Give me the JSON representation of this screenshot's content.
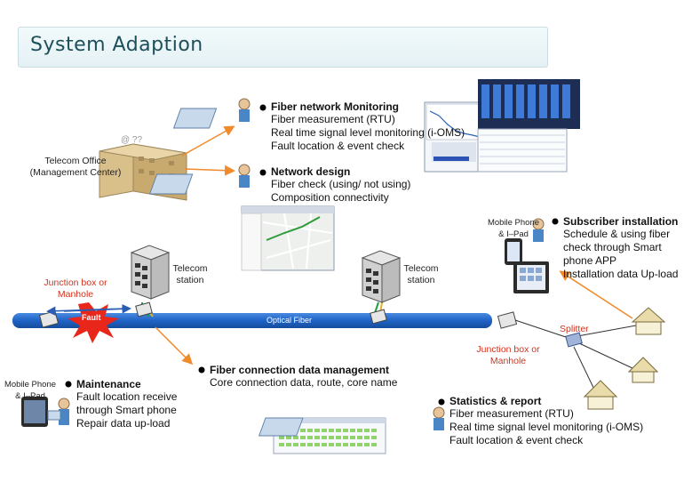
{
  "title": "System Adaption",
  "telecom_office": {
    "line1": "Telecom Office",
    "line2": "(Management Center)"
  },
  "fiber_monitoring": {
    "heading": "Fiber network Monitoring",
    "items": [
      "Fiber measurement (RTU)",
      "Real time signal level monitoring (i-OMS)",
      "Fault location & event check"
    ]
  },
  "network_design": {
    "heading": "Network design",
    "items": [
      "Fiber check (using/ not using)",
      "Composition connectivity"
    ]
  },
  "telecom_station_left": {
    "line1": "Telecom",
    "line2": "station"
  },
  "telecom_station_right": {
    "line1": "Telecom",
    "line2": "station"
  },
  "junction_left": {
    "line1": "Junction box or",
    "line2": "Manhole"
  },
  "junction_right": {
    "line1": "Junction box or",
    "line2": "Manhole"
  },
  "fault_label": "Fault",
  "optical_fiber_label": "Optical Fiber",
  "splitter_label": "Splitter",
  "mobile_left": {
    "line1": "Mobile Phone",
    "line2": "& I–Pad"
  },
  "mobile_right": {
    "line1": "Mobile Phone",
    "line2": "& I–Pad"
  },
  "maintenance": {
    "heading": "Maintenance",
    "items": [
      "Fault location receive",
      "through Smart phone",
      "Repair data up-load"
    ]
  },
  "fiber_connection": {
    "heading": "Fiber connection data management",
    "items": [
      "Core connection data, route, core name"
    ]
  },
  "subscriber": {
    "heading": "Subscriber installation",
    "items": [
      "Schedule & using fiber",
      "check through Smart",
      "phone APP",
      "Installation data Up-load"
    ]
  },
  "statistics": {
    "heading": "Statistics & report",
    "items": [
      "Fiber measurement (RTU)",
      "Real time signal level monitoring (i-OMS)",
      "Fault location & event check"
    ]
  },
  "colors": {
    "fiber": "#1f63c6",
    "arrow": "#f08a2a",
    "fault": "#e8261a",
    "title": "#1c4f5a"
  }
}
